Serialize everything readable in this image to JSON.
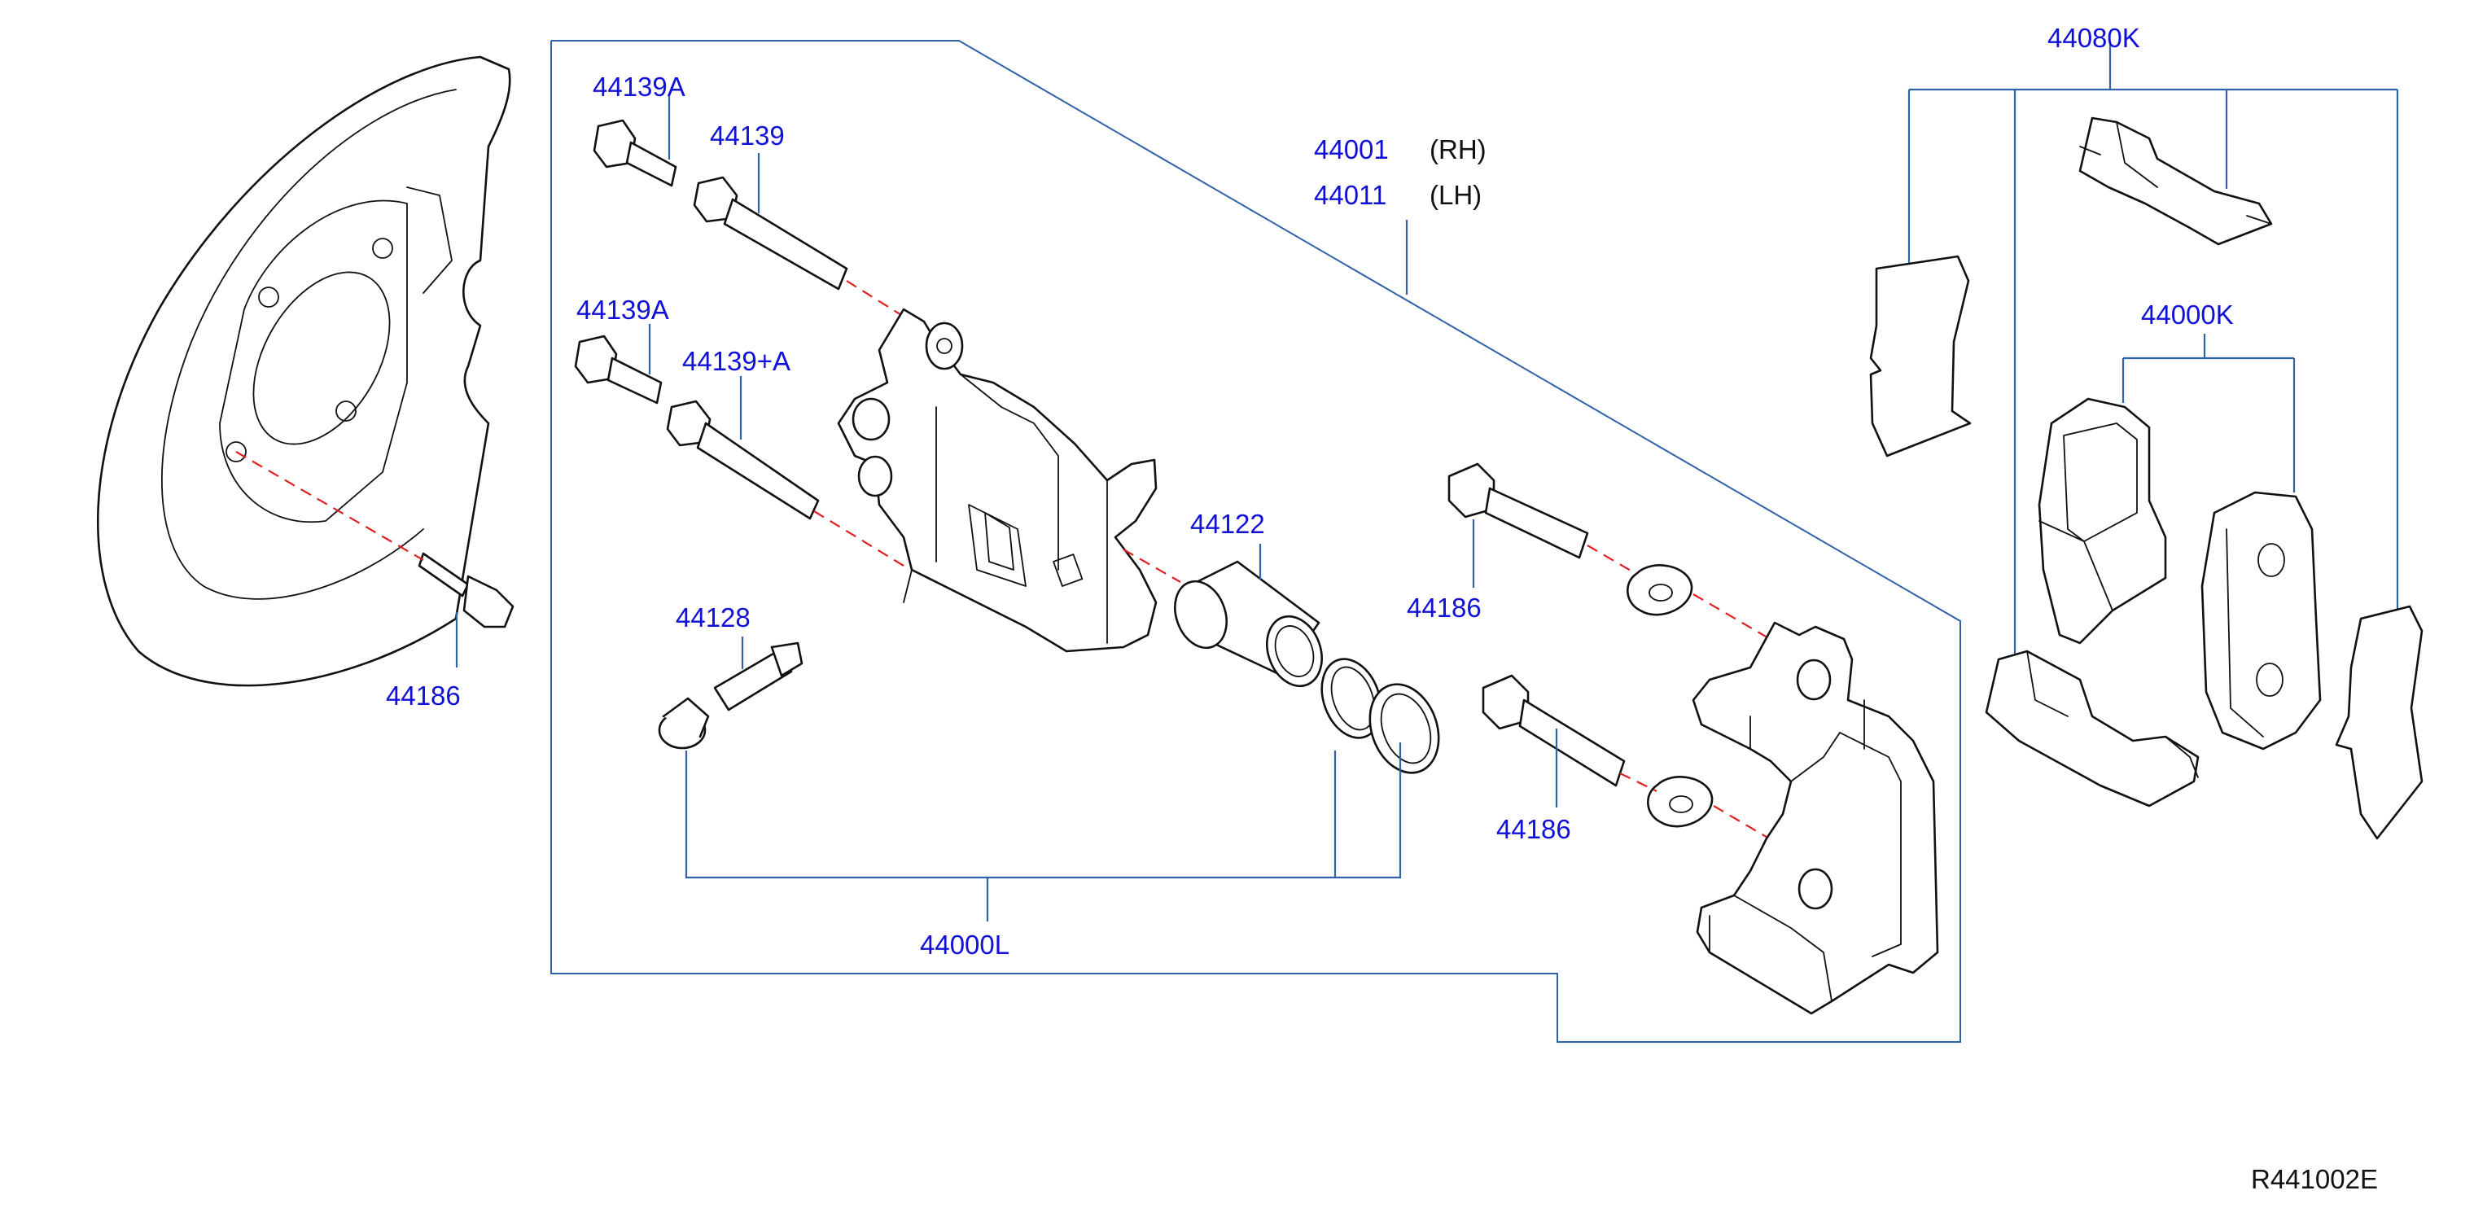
{
  "diagram": {
    "drawing_number": "R441002E",
    "part_labels": {
      "shield_bolt": "44186",
      "bolt_a_upper": "44139A",
      "bolt_upper": "44139",
      "bolt_a_lower": "44139A",
      "bolt_combo": "44139+A",
      "caliper_rh": "44001",
      "caliper_lh": "44011",
      "piston": "44122",
      "bleeder": "44128",
      "bracket_bolt_upper": "44186",
      "bracket_bolt_lower": "44186",
      "seal_kit": "44000L",
      "clip_kit": "44080K",
      "pad_kit": "44000K"
    },
    "side_labels": {
      "rh": "(RH)",
      "lh": "(LH)"
    },
    "colors": {
      "label_text": "#1010d8",
      "leader_line": "#2f62a8",
      "axis_line": "#e02020",
      "part_outline": "#111111"
    }
  }
}
